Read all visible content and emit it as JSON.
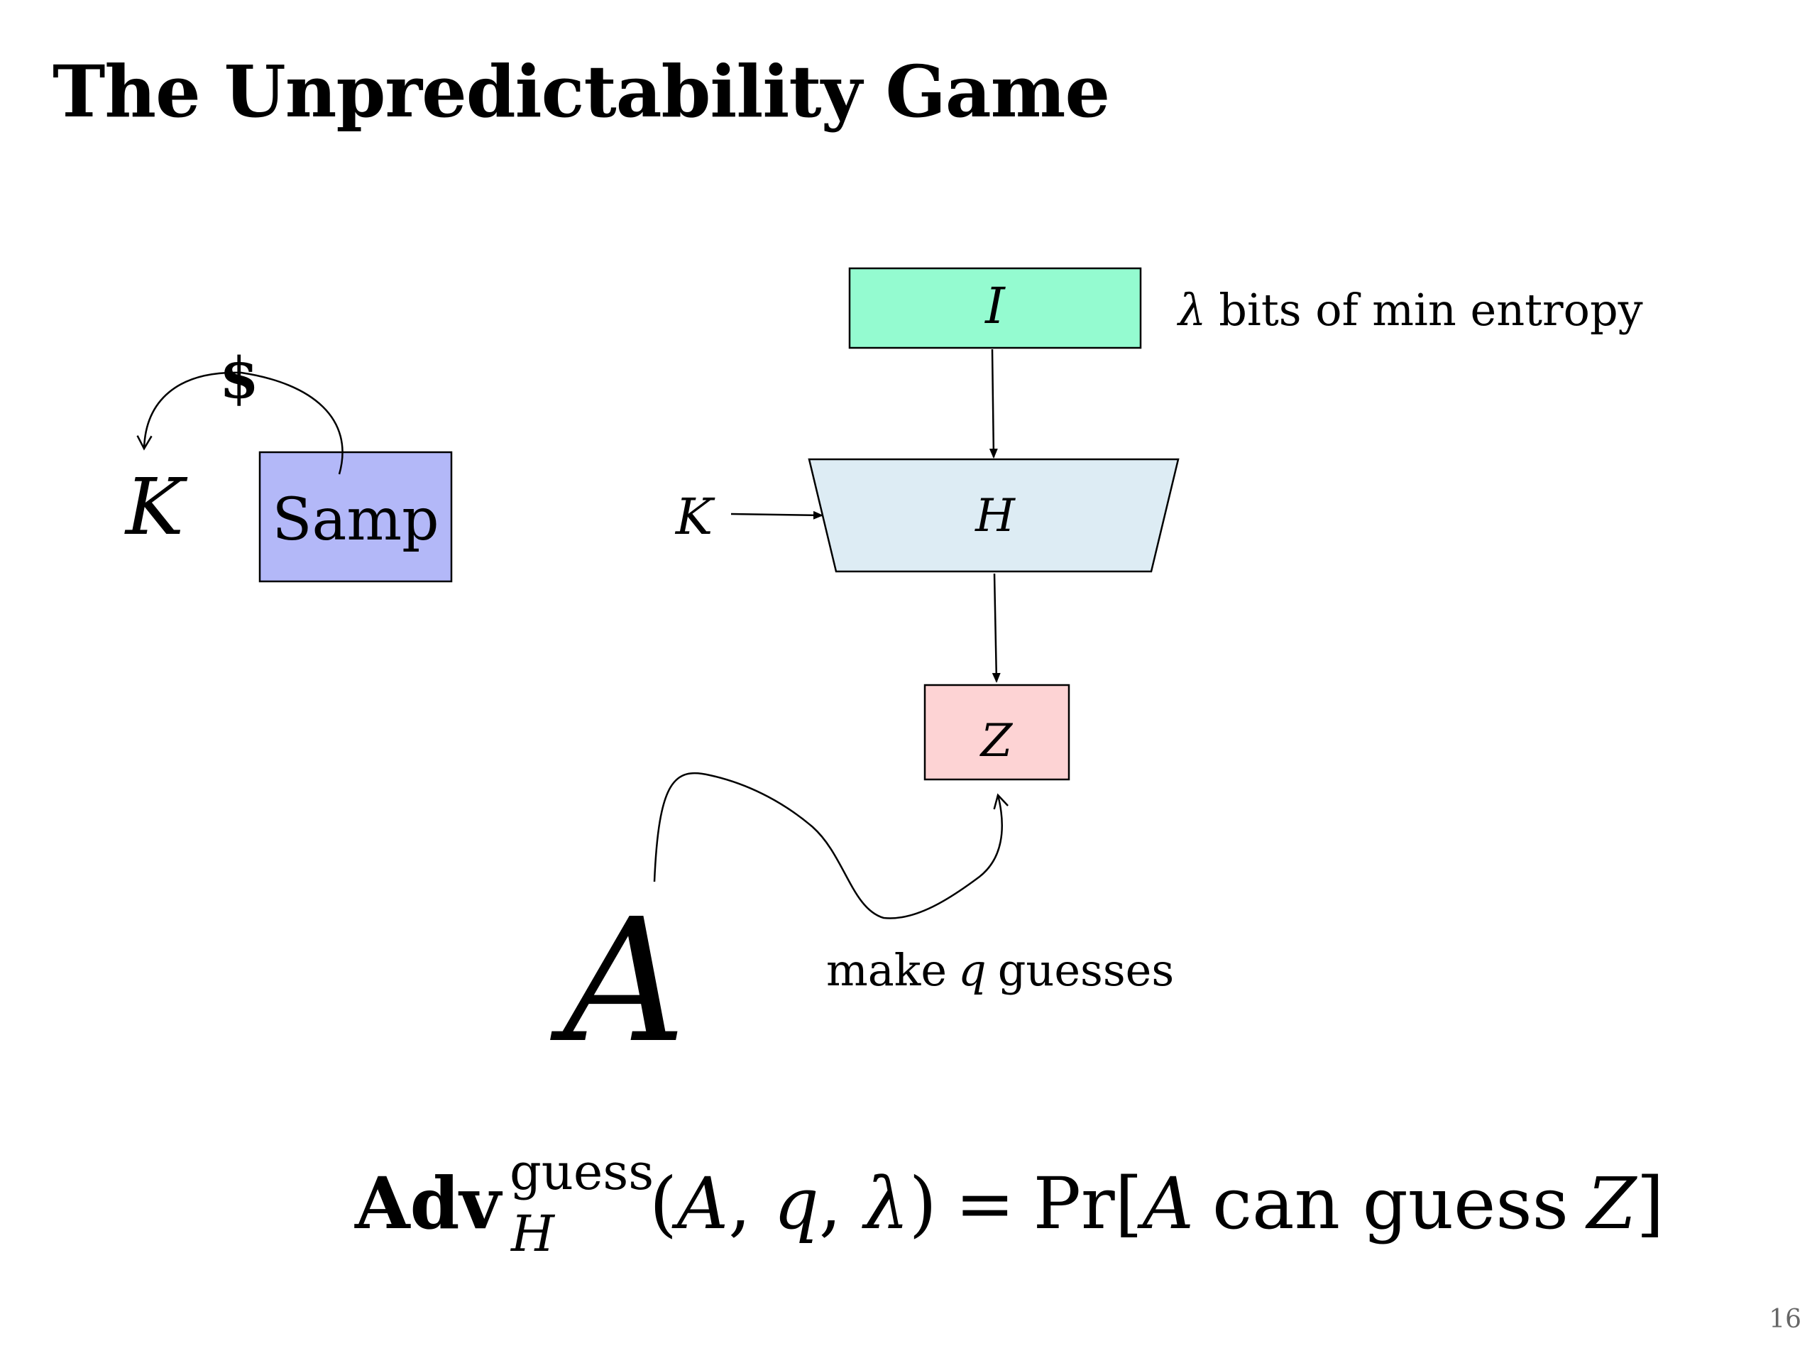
{
  "slide": {
    "title": "The Unpredictability Game",
    "page_number": "16"
  },
  "sampler": {
    "label": "Samp",
    "coin": "$",
    "output": "K"
  },
  "diagram": {
    "input_box": "I",
    "input_note_symbol": "λ",
    "input_note": "bits of min entropy",
    "hash_box": "H",
    "key_input": "K",
    "output_box": "Z",
    "adversary": "A",
    "guess_note_prefix": "make",
    "guess_note_var": "q",
    "guess_note_suffix": "guesses"
  },
  "formula": {
    "adv": "Adv",
    "superscript": "guess",
    "subscript": "H",
    "args_A": "A",
    "args_q": "q",
    "args_lambda": "λ",
    "equals": "=",
    "pr": "Pr",
    "event_A": "A",
    "event_text": "can guess",
    "event_Z": "Z"
  },
  "colors": {
    "samp_fill": "#b3b8f8",
    "input_fill": "#94fbd0",
    "hash_fill": "#ddecf4",
    "output_fill": "#fdd3d4"
  }
}
